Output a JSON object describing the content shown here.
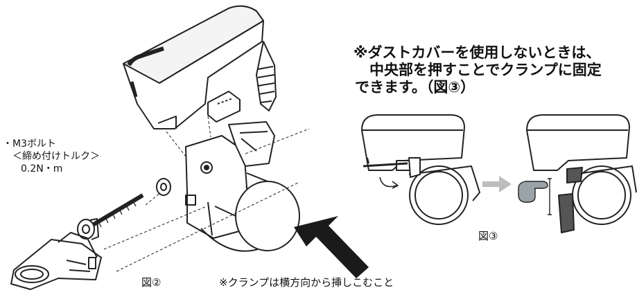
{
  "note": {
    "line1": "※ダストカバーを使用しないときは、",
    "line2": "中央部を押すことでクランプに固定",
    "line3": "できます。（図③）"
  },
  "bolt": {
    "line1": "・M3ボルト",
    "line2": "＜締め付けトルク＞",
    "line3": "0.2N・m"
  },
  "fig2_label": "図②",
  "fig3_label": "図③",
  "clamp_note": "※クランプは横方向から挿しこむこと",
  "colors": {
    "outline": "#222222",
    "dark": "#1a1a1a",
    "arrow_light": "#bdbdbd",
    "hand": "#9aa3a8"
  }
}
